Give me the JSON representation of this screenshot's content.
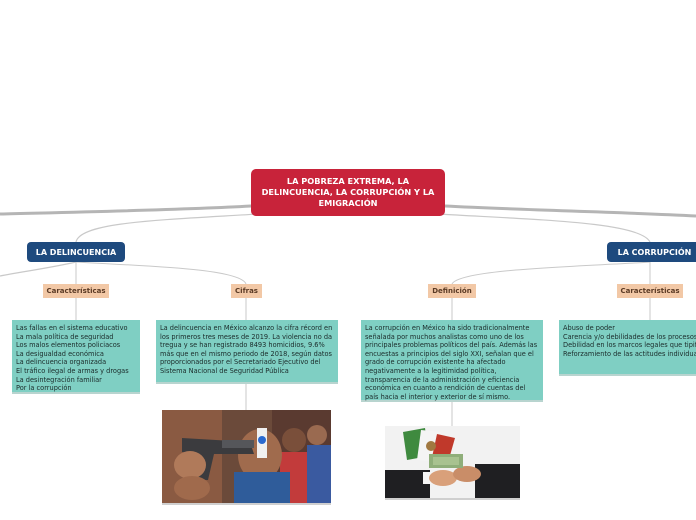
{
  "central": {
    "title": "LA POBREZA EXTREMA, LA DELINCUENCIA, LA CORRUPCIÓN Y LA EMIGRACIÓN"
  },
  "left_branch": {
    "title": "LA DELINCUENCIA",
    "caracteristicas": {
      "label": "Características",
      "lines": [
        "Las fallas en el sistema educativo",
        "La mala política de seguridad",
        "Los malos elementos policiacos",
        "La desigualdad económica",
        "La delincuencia organizada",
        "El tráfico ilegal de armas y drogas",
        "La desintegración familiar",
        "Por la corrupción"
      ]
    },
    "cifras": {
      "label": "Cifras",
      "text": "La delincuencia en México alcanzo la cifra récord en los primeros tres meses de 2019. La violencia no da tregua y se han registrado 8493 homicidios, 9.6% más que en el mismo periodo de 2018, según datos proporcionados por el Secretariado Ejecutivo del Sistema Nacional de Seguridad Pública"
    }
  },
  "right_branch": {
    "title": "LA CORRUPCIÓN",
    "definicion": {
      "label": "Definición",
      "text": "La corrupción en México ha sido tradicionalmente señalada por muchos analistas como uno de los principales problemas políticos del país. Además las encuestas a principios del siglo XXI, señalan que el grado de corrupción existente ha afectado negativamente a la legitimidad política, transparencia de la administración y eficiencia económica en cuanto a rendición de cuentas del país hacia el interior y exterior de sí mismo."
    },
    "caracteristicas": {
      "label": "Características",
      "lines": [
        "Abuso de poder",
        "Carencia y/o debilidades de los procesos y mecanismos",
        "Debilidad en los marcos legales que tipifican",
        "Reforzamiento de las actitudes individualistas y el consumismo"
      ]
    }
  },
  "colors": {
    "central": "#c8233a",
    "main_topic": "#1e4a7e",
    "subtopic": "#f2c8a6",
    "note": "#7fcfc3",
    "connector": "#b5b5b5"
  }
}
